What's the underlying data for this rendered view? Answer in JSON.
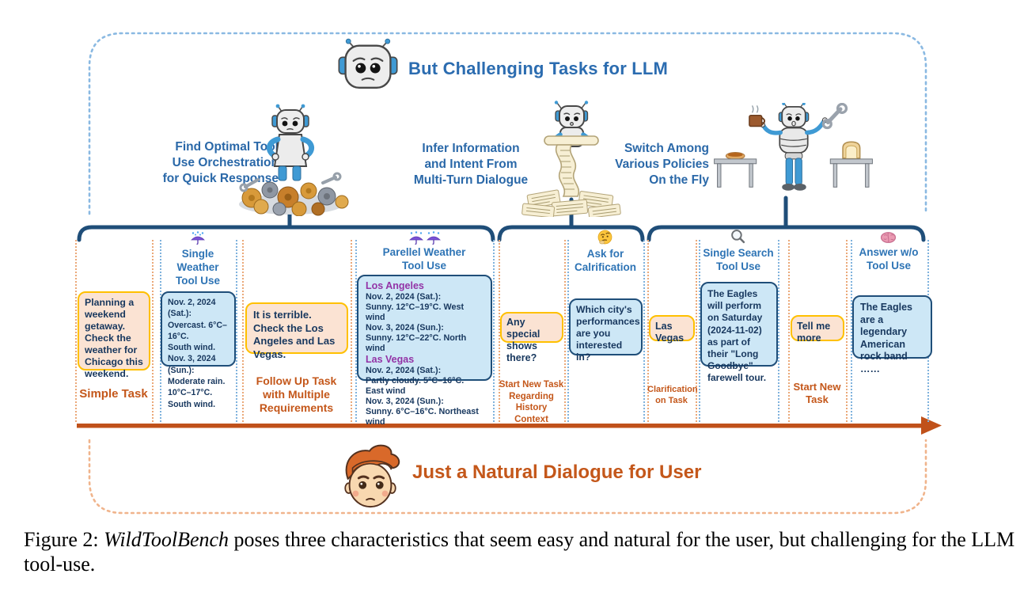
{
  "title": {
    "text": "But Challenging Tasks for LLM"
  },
  "challenges": [
    {
      "label": "Find Optimal Tool\nUse Orchestration\nfor Quick Response",
      "illustration": "robot-on-tool-pile"
    },
    {
      "label": "Infer Information\nand Intent From\nMulti-Turn Dialogue",
      "illustration": "robot-reading-long-scroll"
    },
    {
      "label": "Switch Among\nVarious Policies\nOn the Fly",
      "illustration": "robot-multitasking-tables"
    }
  ],
  "turns": {
    "user": [
      {
        "message": "Planning a weekend getaway. Check the weather for Chicago this weekend.",
        "task_label": "Simple Task"
      },
      {
        "message": "It is terrible. Check the Los Angeles and Las Vegas.",
        "task_label": "Follow Up Task\nwith Multiple\nRequirements"
      },
      {
        "message": "Any special shows there?",
        "task_label": "Start New Task\nRegarding\nHistory Context"
      },
      {
        "message": "Las Vegas",
        "task_label": "Clarification\non Task"
      },
      {
        "message": "Tell me more",
        "task_label": "Start New\nTask"
      }
    ],
    "llm": [
      {
        "icon": "rain-tool-icon",
        "label": "Single Weather\nTool Use",
        "message": "Nov. 2, 2024 (Sat.):\nOvercast. 6°C–16°C.\nSouth wind.\nNov. 3, 2024 (Sun.):\nModerate rain. 10°C–17°C. South wind."
      },
      {
        "icon": "double-rain-tool-icon",
        "label": "Parellel Weather\nTool Use",
        "cities": [
          {
            "name": "Los Angeles",
            "forecast": "Nov. 2, 2024 (Sat.):\nSunny. 12°C–19°C. West wind\nNov. 3, 2024 (Sun.):\nSunny. 12°C–22°C. North wind"
          },
          {
            "name": "Las Vegas",
            "forecast": "Nov. 2, 2024 (Sat.):\nPartly cloudy. 5°C–16°C. East wind\nNov. 3, 2024 (Sun.):\nSunny. 6°C–16°C. Northeast wind"
          }
        ]
      },
      {
        "icon": "thinking-face-icon",
        "label": "Ask for\nCalrification",
        "message": "Which city's performances are you interested in?"
      },
      {
        "icon": "magnifying-glass-icon",
        "label": "Single Search\nTool Use",
        "message": "The Eagles will perform on Saturday (2024-11-02) as part of their \"Long Goodbye\" farewell tour."
      },
      {
        "icon": "brain-icon",
        "label": "Answer w/o\nTool Use",
        "message": "The Eagles are a legendary American rock band ……"
      }
    ]
  },
  "bottom": {
    "title": "Just a Natural Dialogue for User"
  },
  "caption": {
    "prefix": "Figure 2: ",
    "italic": "WildToolBench",
    "rest": " poses three characteristics that seem easy and natural for the user, but challenging for the LLM tool-use."
  },
  "colors": {
    "llm_accent": "#1f4e79",
    "llm_label": "#2e74b5",
    "llm_bubble_fill": "#cde7f6",
    "user_accent": "#ffc000",
    "user_bubble_fill": "#fbe3d3",
    "user_text_accent": "#c4571a",
    "arrow": "#c0511a",
    "city_name": "#9333a6",
    "title_blue": "#2b6cb0"
  }
}
